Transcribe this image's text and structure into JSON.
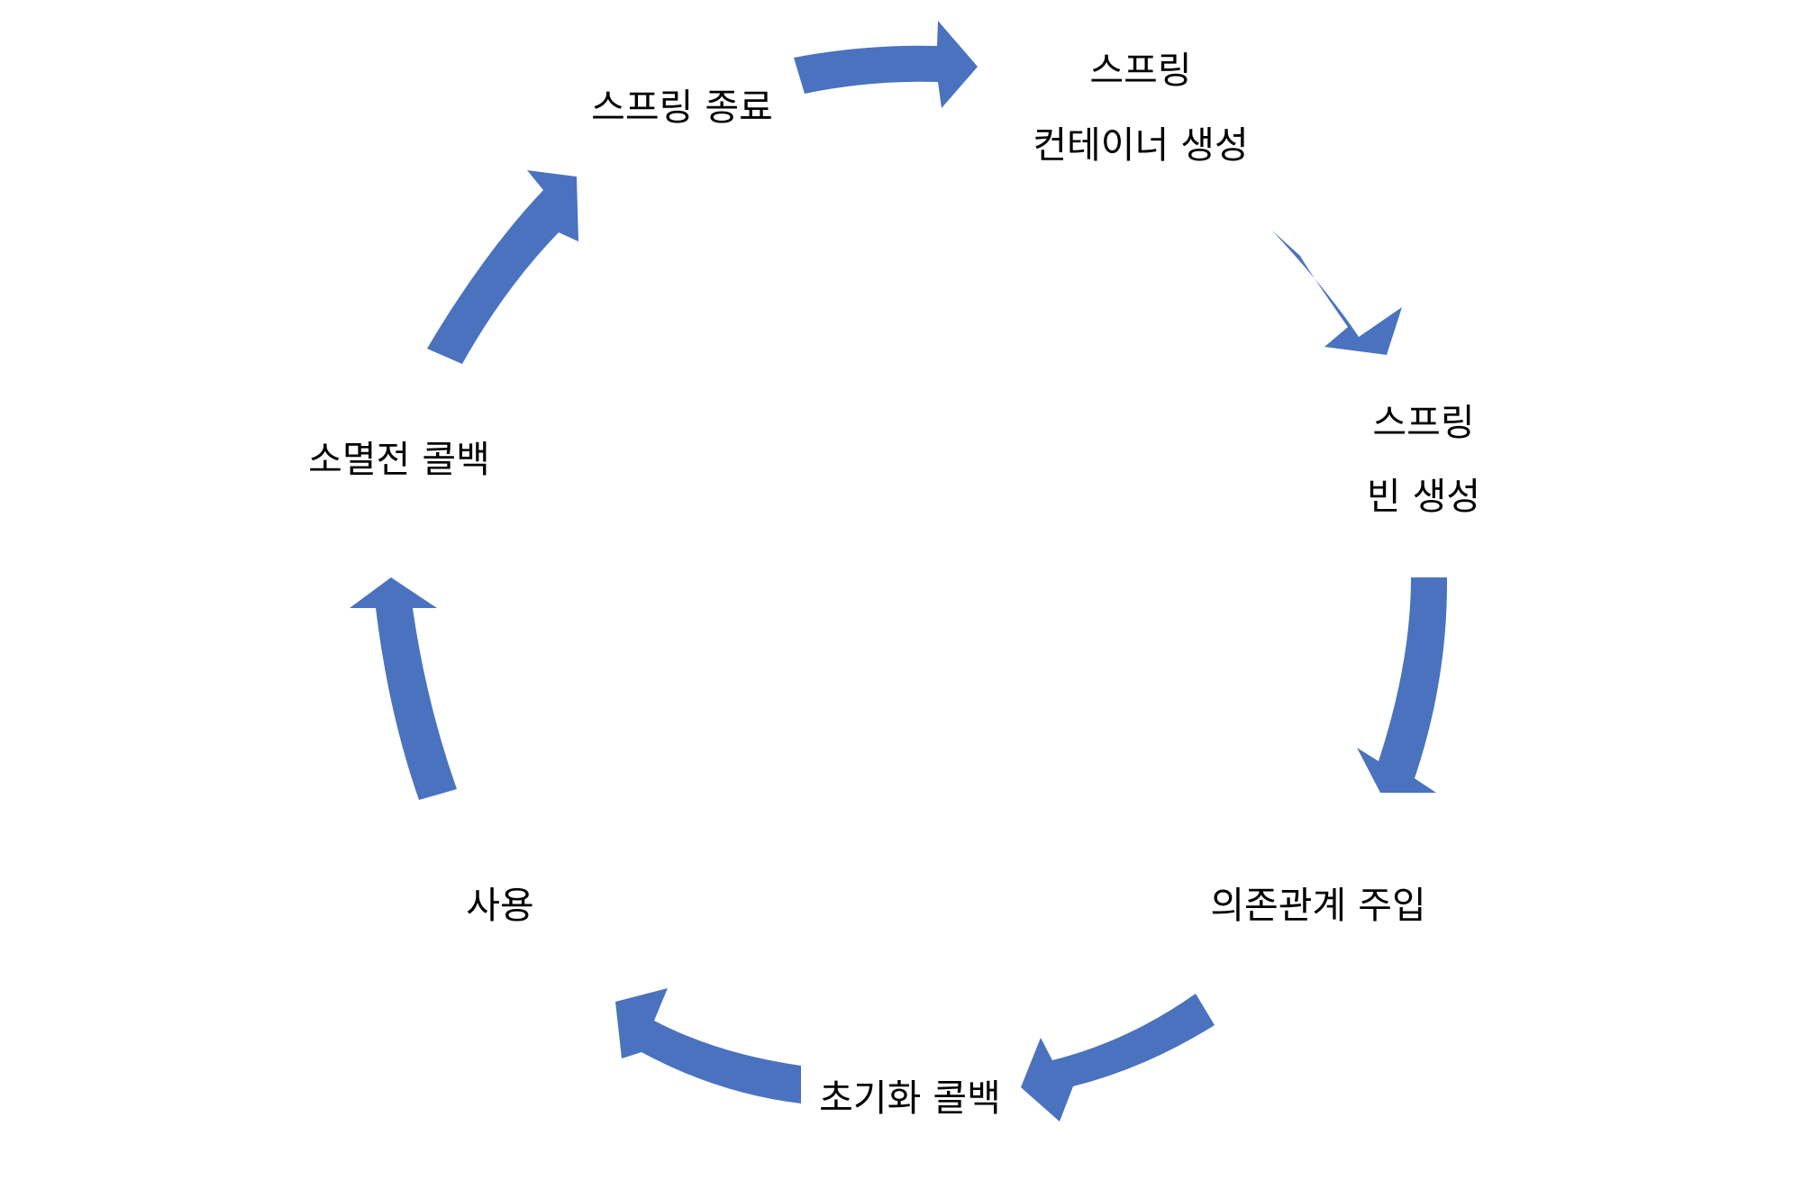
{
  "diagram": {
    "type": "cycle",
    "arrow_color": "#4a72bf",
    "text_color": "#000000",
    "background": "#ffffff",
    "nodes": [
      {
        "id": "container-create",
        "lines": [
          "스프링",
          "컨테이너 생성"
        ]
      },
      {
        "id": "bean-create",
        "lines": [
          "스프링",
          "빈 생성"
        ]
      },
      {
        "id": "dependency-injection",
        "lines": [
          "의존관계 주입"
        ]
      },
      {
        "id": "init-callback",
        "lines": [
          "초기화 콜백"
        ]
      },
      {
        "id": "use",
        "lines": [
          "사용"
        ]
      },
      {
        "id": "destroy-callback",
        "lines": [
          "소멸전 콜백"
        ]
      },
      {
        "id": "spring-shutdown",
        "lines": [
          "스프링 종료"
        ]
      }
    ],
    "edges": [
      {
        "from": "container-create",
        "to": "bean-create"
      },
      {
        "from": "bean-create",
        "to": "dependency-injection"
      },
      {
        "from": "dependency-injection",
        "to": "init-callback"
      },
      {
        "from": "init-callback",
        "to": "use"
      },
      {
        "from": "use",
        "to": "destroy-callback"
      },
      {
        "from": "destroy-callback",
        "to": "spring-shutdown"
      },
      {
        "from": "spring-shutdown",
        "to": "container-create"
      }
    ]
  }
}
